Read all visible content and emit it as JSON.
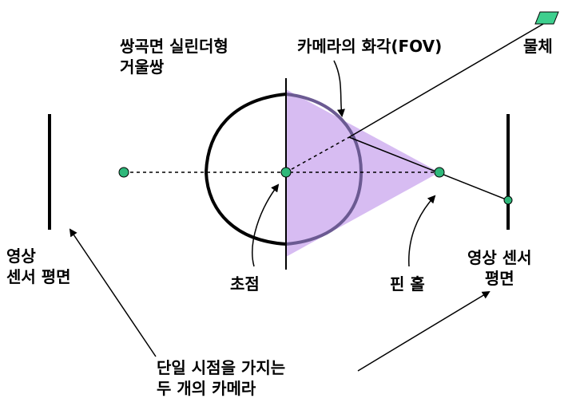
{
  "labels": {
    "mirror": [
      "쌍곡면 실린더형",
      "거울쌍"
    ],
    "fov": "카메라의 화각(FOV)",
    "object": "물체",
    "sensor_left": [
      "영상",
      "센서 평면"
    ],
    "sensor_right": [
      "영상 센서",
      "평면"
    ],
    "focus": "초점",
    "pinhole": "핀 홀",
    "caption": [
      "단일 시점을 가지는",
      "두 개의 카메라"
    ]
  },
  "colors": {
    "fov_fill": "#c9a6ee",
    "mirror_inner": "#6b5a92",
    "point_fill": "#2fb87a",
    "object_fill": "#3ecf8e"
  }
}
